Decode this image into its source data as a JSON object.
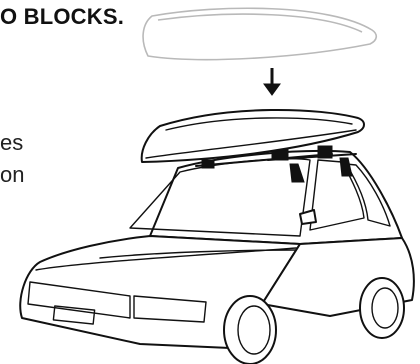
{
  "heading": "O BLOCKS.",
  "side_text": {
    "line1": "es",
    "line2": "on"
  },
  "colors": {
    "ink": "#111111",
    "ghost_outline": "#b9b9b9",
    "background": "#ffffff"
  }
}
